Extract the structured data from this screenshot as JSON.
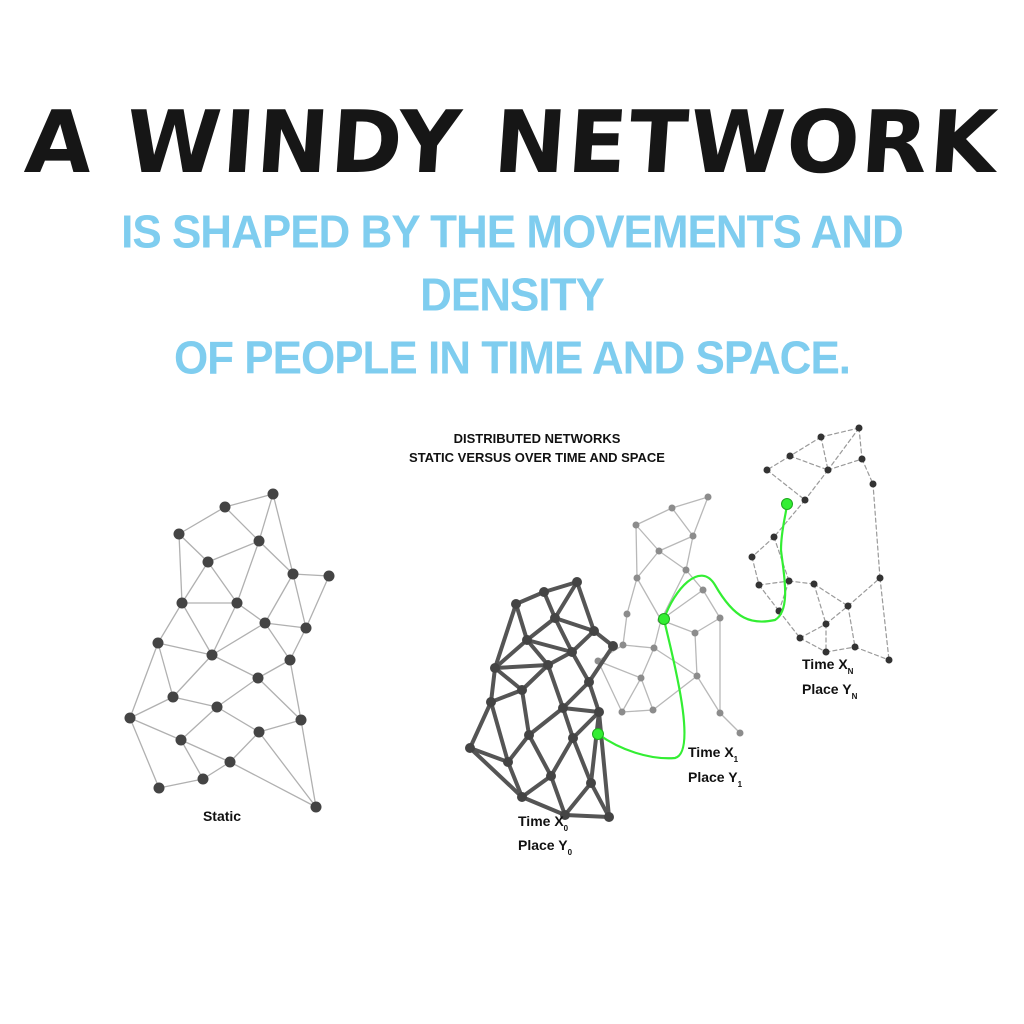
{
  "header": {
    "title": "A WINDY NETWORK",
    "subtitle_line1": "IS SHAPED BY THE MOVEMENTS AND DENSITY",
    "subtitle_line2": "OF PEOPLE IN TIME AND SPACE."
  },
  "diagram": {
    "heading_line1": "DISTRIBUTED NETWORKS",
    "heading_line2": "STATIC VERSUS OVER TIME AND SPACE",
    "static_label": "Static",
    "time0_time": "Time X",
    "time0_time_sub": "0",
    "time0_place": "Place Y",
    "time0_place_sub": "0",
    "time1_time": "Time X",
    "time1_time_sub": "1",
    "time1_place": "Place Y",
    "time1_place_sub": "1",
    "timeN_time": "Time X",
    "timeN_time_sub": "N",
    "timeN_place": "Place Y",
    "timeN_place_sub": "N",
    "colors": {
      "path": "#33ee33",
      "node": "#444444",
      "edge_static": "#b0b0b0",
      "edge_dark": "#555555",
      "edge_faint": "#b8b8b8",
      "title": "#161616",
      "subtitle": "#7fcdef"
    }
  }
}
